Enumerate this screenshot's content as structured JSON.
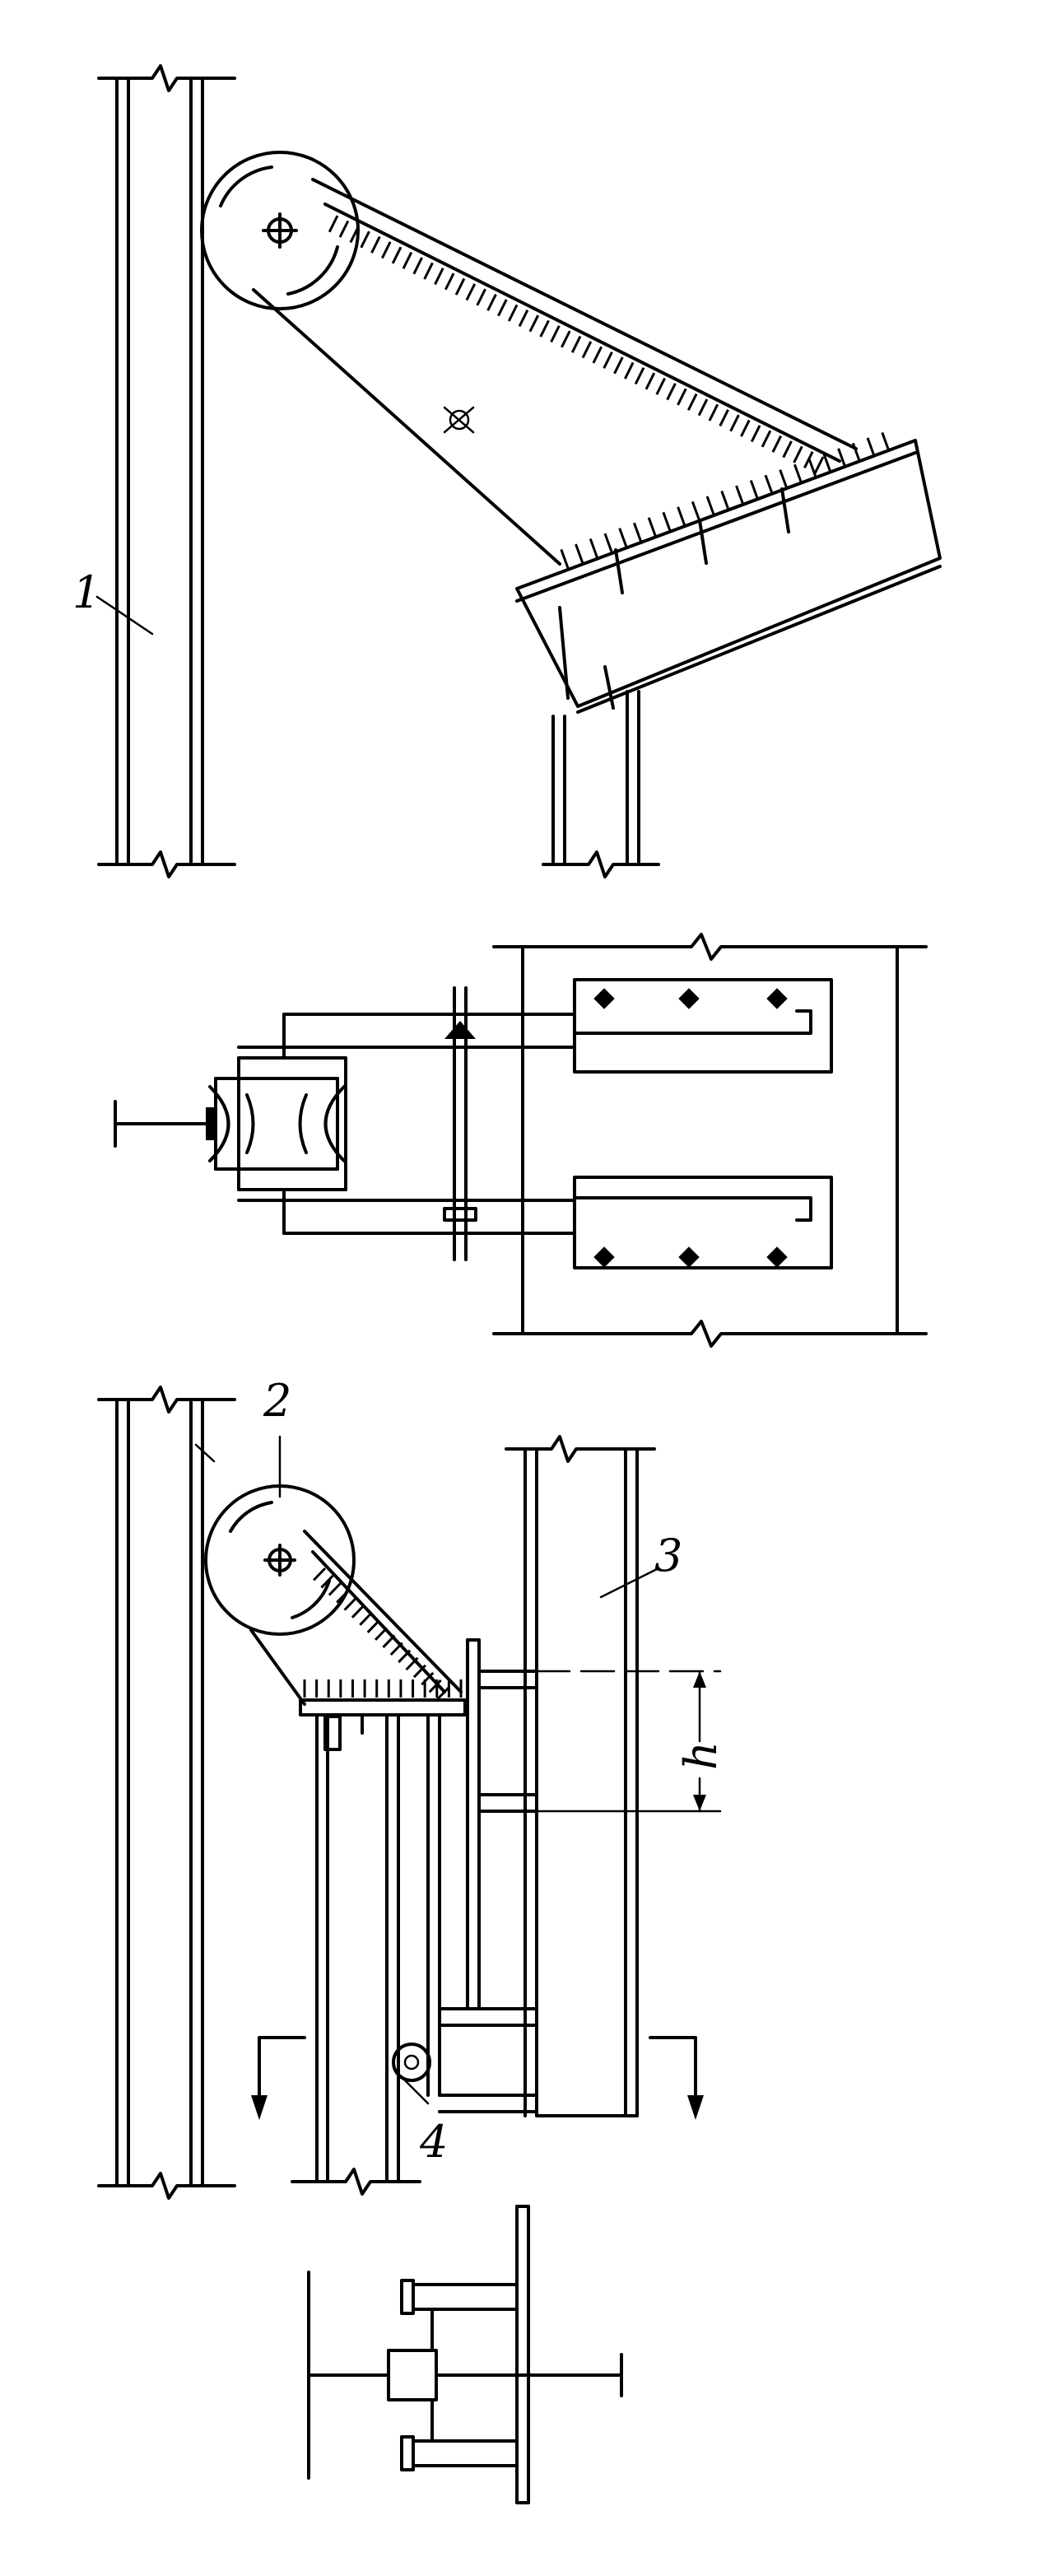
{
  "labels": {
    "column": "1",
    "sheave": "2",
    "crane_column": "3",
    "roller": "4",
    "dimension_h": "h"
  },
  "colors": {
    "ink": "#000000",
    "paper": "#ffffff"
  }
}
